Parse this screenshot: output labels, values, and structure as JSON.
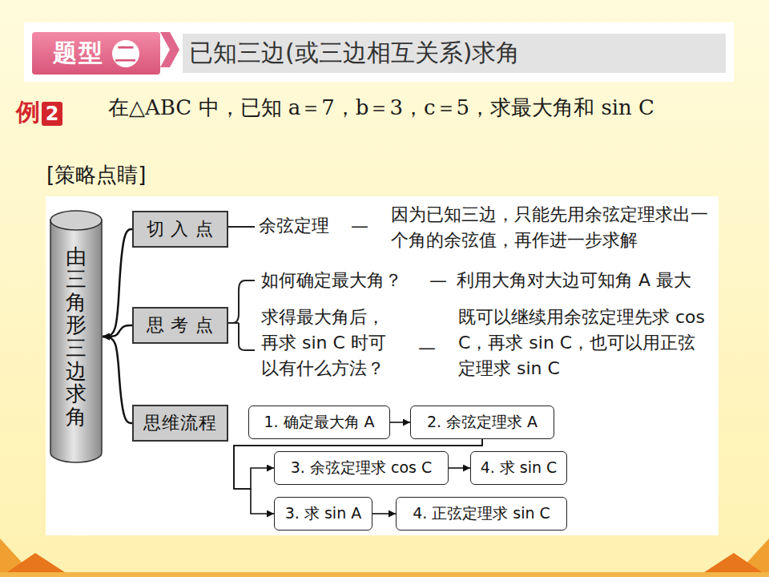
{
  "diagram": {
    "nodes": [
      {
        "text": [
          "题型",
          "二"
        ]
      },
      {
        "text": [
          "已知三边(或三边相互关系)求角"
        ]
      },
      {
        "text": [
          "例",
          "2"
        ]
      },
      {
        "text": [
          "由三角形三边求角"
        ]
      },
      {
        "text": [
          "切 入 点"
        ]
      },
      {
        "text": [
          "思 考 点"
        ]
      },
      {
        "text": [
          "思维流程"
        ]
      },
      {
        "text": [
          "1. 确定最大角 A"
        ]
      },
      {
        "text": [
          "2. 余弦定理求 A"
        ]
      },
      {
        "text": [
          "3. 余弦定理求 cos C"
        ]
      },
      {
        "text": [
          "4. 求 sin C"
        ]
      },
      {
        "text": [
          "3. 求 sin A"
        ]
      },
      {
        "text": [
          "4. 正弦定理求 sin C"
        ]
      }
    ],
    "edges": [
      {
        "from": 4,
        "to": 3,
        "arrow": "to"
      },
      {
        "from": 5,
        "to": 3,
        "arrow": "to"
      },
      {
        "from": 6,
        "to": 3,
        "arrow": "to"
      },
      {
        "from": 7,
        "to": 8,
        "arrow": "to"
      },
      {
        "from": 8,
        "to": 9,
        "arrow": "to"
      },
      {
        "from": 8,
        "to": 11,
        "arrow": "to"
      },
      {
        "from": 9,
        "to": 10,
        "arrow": "to"
      },
      {
        "from": 11,
        "to": 12,
        "arrow": "to"
      }
    ],
    "labels": [
      "在△ABC 中，已知 a＝7，b＝3，c＝5，求最大角和 sin C",
      "[策略点睛]",
      "余弦定理",
      "—",
      "因为已知三边，只能先用余弦定理求出一个角的余弦值，再作进一步求解",
      "如何确定最大角？",
      "—",
      "利用大角对大边可知角 A 最大",
      "求得最大角后，再求 sin C 时可以有什么方法？",
      "—",
      "既可以继续用余弦定理先求 cos C，再求 sin C，也可以用正弦定理求 sin C"
    ]
  }
}
